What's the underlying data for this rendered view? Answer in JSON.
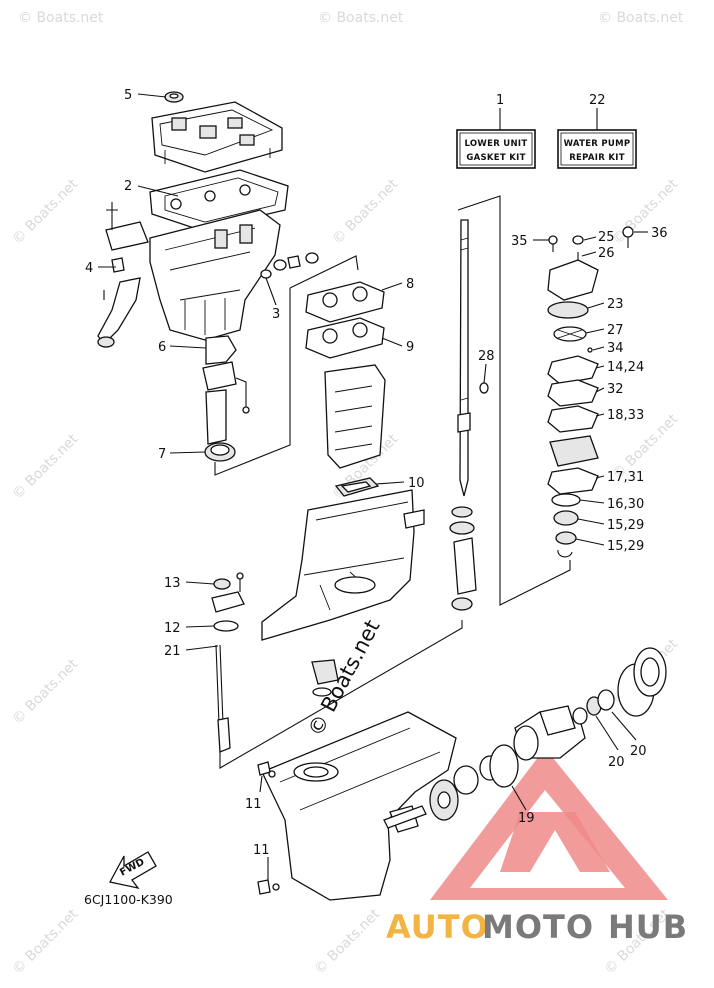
{
  "watermark": "© Boats.net",
  "center_watermark": "© Boats.net",
  "diagram_code": "6CJ1100-K390",
  "fwd_label": "FWD",
  "brand": {
    "part_a": "AUTO",
    "part_b": "MOTO",
    "part_c": "HUB",
    "color_a": "#f2b544",
    "color_b": "#7a7a7a",
    "color_c": "#7a7a7a",
    "logo_color": "#f08a8a"
  },
  "kits": [
    {
      "number": "1",
      "line1": "LOWER UNIT",
      "line2": "GASKET KIT"
    },
    {
      "number": "22",
      "line1": "WATER PUMP",
      "line2": "REPAIR KIT"
    }
  ],
  "callouts": [
    "5",
    "2",
    "4",
    "3",
    "6",
    "7",
    "8",
    "9",
    "10",
    "28",
    "35",
    "25",
    "26",
    "36",
    "23",
    "27",
    "34",
    "14,24",
    "32",
    "18,33",
    "17,31",
    "16,30",
    "15,29",
    "15,29",
    "13",
    "12",
    "21",
    "11",
    "11",
    "19",
    "20",
    "20"
  ]
}
